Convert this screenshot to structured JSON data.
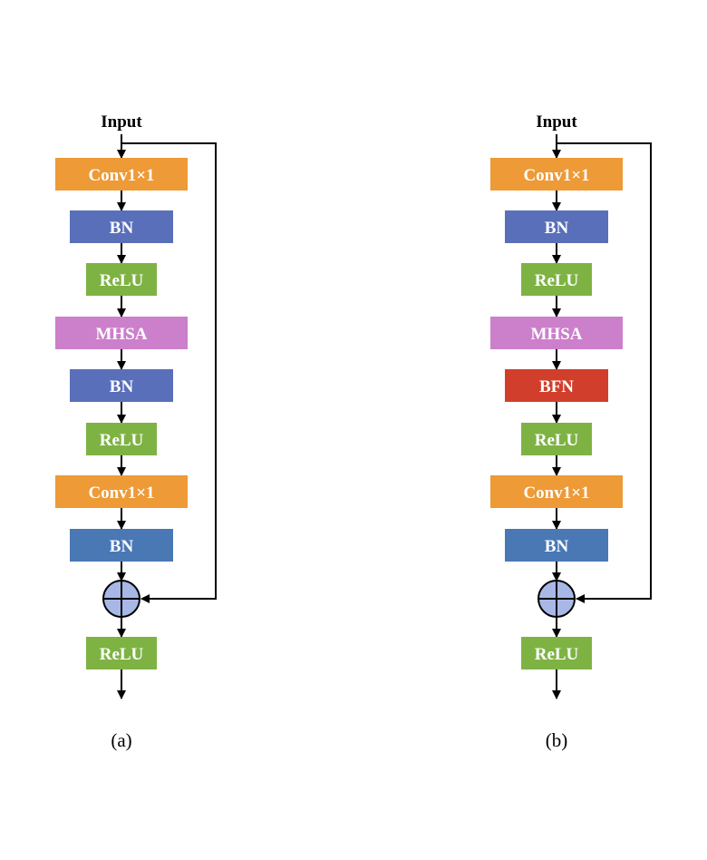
{
  "colors": {
    "conv": "#ED9A37",
    "bn": "#5A6FB9",
    "bn_last": "#4A78B5",
    "relu": "#7EB343",
    "mhsa": "#CC7FCB",
    "bfn": "#D13F2C",
    "adder_fill": "#A8B8E6"
  },
  "panels": [
    {
      "id": "a",
      "input_label": "Input",
      "caption": "(a)",
      "blocks": [
        {
          "label": "Conv1×1",
          "kind": "conv"
        },
        {
          "label": "BN",
          "kind": "bn"
        },
        {
          "label": "ReLU",
          "kind": "relu"
        },
        {
          "label": "MHSA",
          "kind": "mhsa"
        },
        {
          "label": "BN",
          "kind": "bn"
        },
        {
          "label": "ReLU",
          "kind": "relu"
        },
        {
          "label": "Conv1×1",
          "kind": "conv"
        },
        {
          "label": "BN",
          "kind": "bn_last"
        }
      ],
      "output_block": {
        "label": "ReLU",
        "kind": "relu"
      }
    },
    {
      "id": "b",
      "input_label": "Input",
      "caption": "(b)",
      "blocks": [
        {
          "label": "Conv1×1",
          "kind": "conv"
        },
        {
          "label": "BN",
          "kind": "bn"
        },
        {
          "label": "ReLU",
          "kind": "relu"
        },
        {
          "label": "MHSA",
          "kind": "mhsa"
        },
        {
          "label": "BFN",
          "kind": "bfn"
        },
        {
          "label": "ReLU",
          "kind": "relu"
        },
        {
          "label": "Conv1×1",
          "kind": "conv"
        },
        {
          "label": "BN",
          "kind": "bn_last"
        }
      ],
      "output_block": {
        "label": "ReLU",
        "kind": "relu"
      }
    }
  ]
}
